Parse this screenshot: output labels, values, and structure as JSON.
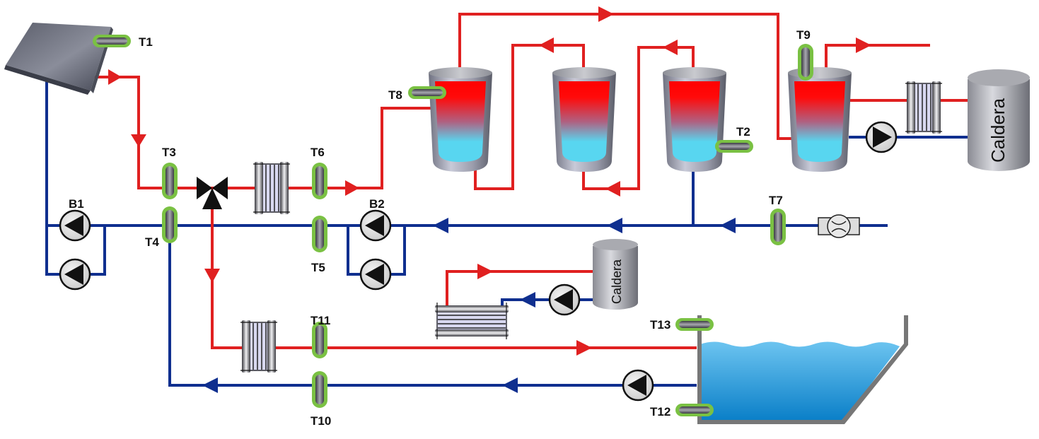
{
  "diagram": {
    "title": "Solar thermal heating and pool system schematic",
    "colors": {
      "hot_pipe": "#e02020",
      "cold_pipe": "#0f2f8f",
      "sensor_ring": "#7ac143",
      "water": "#3aa5e0",
      "tank_hot": "#ff0000",
      "tank_cold": "#58d6f0"
    },
    "sensors": {
      "t1": "T1",
      "t2": "T2",
      "t3": "T3",
      "t4": "T4",
      "t5": "T5",
      "t6": "T6",
      "t7": "T7",
      "t8": "T8",
      "t9": "T9",
      "t10": "T10",
      "t11": "T11",
      "t12": "T12",
      "t13": "T13"
    },
    "pumps": {
      "b1": "B1",
      "b2": "B2"
    },
    "boilers": {
      "main": "Caldera",
      "pool": "Caldera"
    },
    "icons": {
      "solar_panel": "solar-panel-icon",
      "pump": "pump-icon",
      "three_way_valve": "three-way-valve-icon",
      "heat_exchanger": "plate-heat-exchanger-icon",
      "flow_meter": "flow-meter-icon",
      "storage_tank": "storage-tank-icon",
      "boiler": "boiler-icon",
      "pool": "pool-icon",
      "temperature_sensor": "temperature-sensor-icon"
    }
  }
}
